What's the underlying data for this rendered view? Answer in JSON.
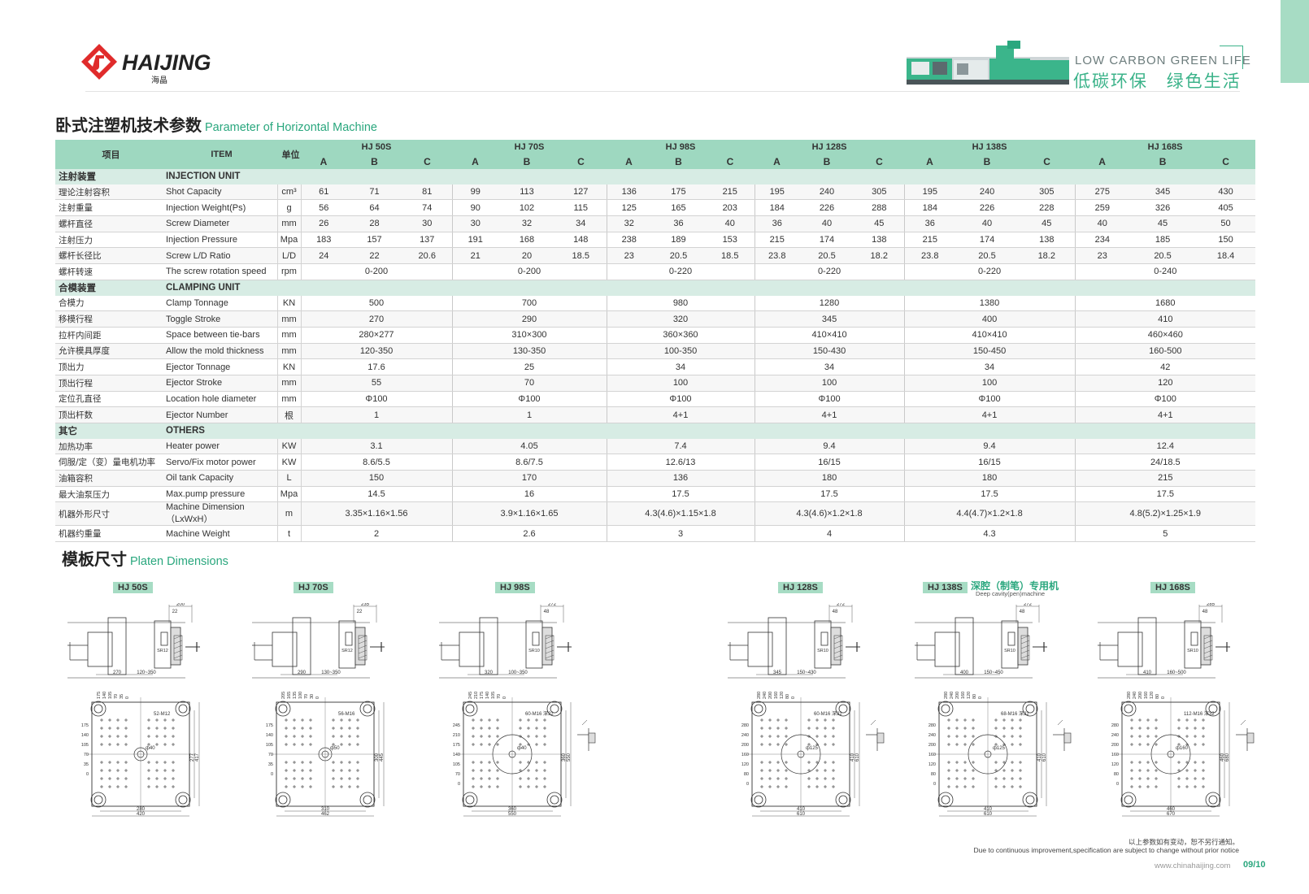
{
  "header": {
    "brand_name": "HAIJING",
    "brand_cn": "海晶",
    "slogan_en": "LOW CARBON GREEN LIFE",
    "slogan_cn_1": "低碳环保",
    "slogan_cn_2": "绿色生活"
  },
  "params": {
    "title_cn": "卧式注塑机技术参数",
    "title_en": "Parameter of Horizontal Machine",
    "col_item_cn": "项目",
    "col_item_en": "ITEM",
    "col_unit": "单位",
    "models": [
      {
        "name": "HJ 50S",
        "subs": [
          "A",
          "B",
          "C"
        ]
      },
      {
        "name": "HJ 70S",
        "subs": [
          "A",
          "B",
          "C"
        ]
      },
      {
        "name": "HJ 98S",
        "subs": [
          "A",
          "B",
          "C"
        ]
      },
      {
        "name": "HJ 128S",
        "subs": [
          "A",
          "B",
          "C"
        ]
      },
      {
        "name": "HJ 138S",
        "subs": [
          "A",
          "B",
          "C"
        ]
      },
      {
        "name": "HJ 168S",
        "subs": [
          "A",
          "B",
          "C"
        ]
      }
    ],
    "sections": [
      {
        "cn": "注射装置",
        "en": "INJECTION UNIT",
        "rows": [
          {
            "cn": "理论注射容积",
            "en": "Shot Capacity",
            "unit": "cm³",
            "values": [
              "61",
              "71",
              "81",
              "99",
              "113",
              "127",
              "136",
              "175",
              "215",
              "195",
              "240",
              "305",
              "195",
              "240",
              "305",
              "275",
              "345",
              "430"
            ]
          },
          {
            "cn": "注射重量",
            "en": "Injection Weight(Ps)",
            "unit": "g",
            "values": [
              "56",
              "64",
              "74",
              "90",
              "102",
              "115",
              "125",
              "165",
              "203",
              "184",
              "226",
              "288",
              "184",
              "226",
              "228",
              "259",
              "326",
              "405"
            ]
          },
          {
            "cn": "螺杆直径",
            "en": "Screw Diameter",
            "unit": "mm",
            "values": [
              "26",
              "28",
              "30",
              "30",
              "32",
              "34",
              "32",
              "36",
              "40",
              "36",
              "40",
              "45",
              "36",
              "40",
              "45",
              "40",
              "45",
              "50"
            ]
          },
          {
            "cn": "注射压力",
            "en": "Injection Pressure",
            "unit": "Mpa",
            "values": [
              "183",
              "157",
              "137",
              "191",
              "168",
              "148",
              "238",
              "189",
              "153",
              "215",
              "174",
              "138",
              "215",
              "174",
              "138",
              "234",
              "185",
              "150"
            ]
          },
          {
            "cn": "螺杆长径比",
            "en": "Screw L/D Ratio",
            "unit": "L/D",
            "values": [
              "24",
              "22",
              "20.6",
              "21",
              "20",
              "18.5",
              "23",
              "20.5",
              "18.5",
              "23.8",
              "20.5",
              "18.2",
              "23.8",
              "20.5",
              "18.2",
              "23",
              "20.5",
              "18.4"
            ]
          },
          {
            "cn": "螺杆转速",
            "en": "The screw rotation speed",
            "unit": "rpm",
            "merged": [
              "0-200",
              "0-200",
              "0-220",
              "0-220",
              "0-220",
              "0-240"
            ]
          }
        ]
      },
      {
        "cn": "合模装置",
        "en": "CLAMPING UNIT",
        "rows": [
          {
            "cn": "合模力",
            "en": "Clamp Tonnage",
            "unit": "KN",
            "merged": [
              "500",
              "700",
              "980",
              "1280",
              "1380",
              "1680"
            ]
          },
          {
            "cn": "移模行程",
            "en": "Toggle Stroke",
            "unit": "mm",
            "merged": [
              "270",
              "290",
              "320",
              "345",
              "400",
              "410"
            ]
          },
          {
            "cn": "拉杆内间距",
            "en": "Space between tie-bars",
            "unit": "mm",
            "merged": [
              "280×277",
              "310×300",
              "360×360",
              "410×410",
              "410×410",
              "460×460"
            ]
          },
          {
            "cn": "允许模具厚度",
            "en": "Allow the mold thickness",
            "unit": "mm",
            "merged": [
              "120-350",
              "130-350",
              "100-350",
              "150-430",
              "150-450",
              "160-500"
            ]
          },
          {
            "cn": "顶出力",
            "en": "Ejector Tonnage",
            "unit": "KN",
            "merged": [
              "17.6",
              "25",
              "34",
              "34",
              "34",
              "42"
            ]
          },
          {
            "cn": "顶出行程",
            "en": "Ejector Stroke",
            "unit": "mm",
            "merged": [
              "55",
              "70",
              "100",
              "100",
              "100",
              "120"
            ]
          },
          {
            "cn": "定位孔直径",
            "en": "Location hole diameter",
            "unit": "mm",
            "merged": [
              "Φ100",
              "Φ100",
              "Φ100",
              "Φ100",
              "Φ100",
              "Φ100"
            ]
          },
          {
            "cn": "顶出杆数",
            "en": "Ejector Number",
            "unit": "根",
            "merged": [
              "1",
              "1",
              "4+1",
              "4+1",
              "4+1",
              "4+1"
            ]
          }
        ]
      },
      {
        "cn": "其它",
        "en": "OTHERS",
        "rows": [
          {
            "cn": "加热功率",
            "en": "Heater power",
            "unit": "KW",
            "merged": [
              "3.1",
              "4.05",
              "7.4",
              "9.4",
              "9.4",
              "12.4"
            ]
          },
          {
            "cn": "伺服/定（变）量电机功率",
            "en": "Servo/Fix motor power",
            "unit": "KW",
            "merged": [
              "8.6/5.5",
              "8.6/7.5",
              "12.6/13",
              "16/15",
              "16/15",
              "24/18.5"
            ]
          },
          {
            "cn": "油箱容积",
            "en": "Oil tank Capacity",
            "unit": "L",
            "merged": [
              "150",
              "170",
              "136",
              "180",
              "180",
              "215"
            ]
          },
          {
            "cn": "最大油泵压力",
            "en": "Max.pump pressure",
            "unit": "Mpa",
            "merged": [
              "14.5",
              "16",
              "17.5",
              "17.5",
              "17.5",
              "17.5"
            ]
          },
          {
            "cn": "机器外形尺寸",
            "en": "Machine Dimension（LxWxH）",
            "unit": "m",
            "merged": [
              "3.35×1.16×1.56",
              "3.9×1.16×1.65",
              "4.3(4.6)×1.15×1.8",
              "4.3(4.6)×1.2×1.8",
              "4.4(4.7)×1.2×1.8",
              "4.8(5.2)×1.25×1.9"
            ]
          },
          {
            "cn": "机器约重量",
            "en": "Machine Weight",
            "unit": "t",
            "merged": [
              "2",
              "2.6",
              "3",
              "4",
              "4.3",
              "5"
            ]
          }
        ]
      }
    ]
  },
  "platen": {
    "title_cn": "模板尺寸",
    "title_en": "Platen Dimensions",
    "deep_cavity_cn": "深腔（制笔）专用机",
    "deep_cavity_en": "Deep cavity(pen)machine",
    "drawings": [
      {
        "model": "HJ 50S",
        "stroke": "270",
        "mold": "120~350",
        "top_dim": "200",
        "top_dim2": "22",
        "hole": "52-M12",
        "phi": "ф40",
        "sr": "SR12",
        "w_inner": "280",
        "w_outer": "420",
        "h_inner": "277",
        "h_outer": "417",
        "scale_left": [
          "175",
          "140",
          "105",
          "70",
          "35",
          "0"
        ],
        "scale_top": [
          "175",
          "140",
          "105",
          "70",
          "35",
          "0"
        ]
      },
      {
        "model": "HJ 70S",
        "stroke": "290",
        "mold": "130~350",
        "top_dim": "235",
        "top_dim2": "22",
        "hole": "56-M16",
        "phi": "ф50",
        "sr": "SR12",
        "w_inner": "310",
        "w_outer": "462",
        "h_inner": "300",
        "h_outer": "445",
        "scale_left": [
          "175",
          "140",
          "105",
          "70",
          "35",
          "0"
        ],
        "scale_top": [
          "205",
          "165",
          "135",
          "100",
          "70",
          "30",
          "0"
        ]
      },
      {
        "model": "HJ 98S",
        "stroke": "320",
        "mold": "100~350",
        "top_dim": "272",
        "top_dim2": "48",
        "hole": "60-M16 深32",
        "phi": "ф40",
        "sr": "SR10",
        "w_inner": "360",
        "w_outer": "550",
        "h_inner": "360",
        "h_outer": "550",
        "scale_left": [
          "245",
          "210",
          "175",
          "140",
          "105",
          "70",
          "0"
        ],
        "scale_top": [
          "245",
          "210",
          "175",
          "140",
          "105",
          "70",
          "0"
        ]
      },
      {
        "model": "HJ 128S",
        "stroke": "345",
        "mold": "150~430",
        "top_dim": "272",
        "top_dim2": "48",
        "hole": "60-M16 深32",
        "phi": "ф125",
        "sr": "SR10",
        "w_inner": "410",
        "w_outer": "610",
        "h_inner": "410",
        "h_outer": "610",
        "scale_left": [
          "280",
          "240",
          "200",
          "160",
          "120",
          "80",
          "0"
        ],
        "scale_top": [
          "280",
          "240",
          "200",
          "160",
          "120",
          "80",
          "0"
        ]
      },
      {
        "model": "HJ 138S",
        "stroke": "400",
        "mold": "150~450",
        "top_dim": "272",
        "top_dim2": "48",
        "hole": "68-M16 深32",
        "phi": "ф125",
        "sr": "SR10",
        "w_inner": "410",
        "w_outer": "610",
        "h_inner": "410",
        "h_outer": "610",
        "scale_left": [
          "280",
          "240",
          "200",
          "160",
          "120",
          "80",
          "0"
        ],
        "scale_top": [
          "280",
          "240",
          "200",
          "160",
          "120",
          "80",
          "0"
        ]
      },
      {
        "model": "HJ 168S",
        "stroke": "410",
        "mold": "160~500",
        "top_dim": "285",
        "top_dim2": "48",
        "hole": "112-M16 深32",
        "phi": "ф160",
        "sr": "SR10",
        "w_inner": "460",
        "w_outer": "670",
        "h_inner": "460",
        "h_outer": "680",
        "scale_left": [
          "280",
          "240",
          "200",
          "160",
          "120",
          "80",
          "0"
        ],
        "scale_top": [
          "280",
          "240",
          "200",
          "160",
          "120",
          "80",
          "0"
        ]
      }
    ]
  },
  "footer": {
    "note_cn": "以上参数如有变动，恕不另行通知。",
    "note_en": "Due to continuous improvement,specification are subject to change without prior notice",
    "website": "www.chinahaijing.com",
    "page": "09/10"
  },
  "colors": {
    "accent_green": "#2aa77e",
    "header_green": "#9ed8c0",
    "section_green": "#d7ece4",
    "logo_red": "#e02b2b"
  }
}
